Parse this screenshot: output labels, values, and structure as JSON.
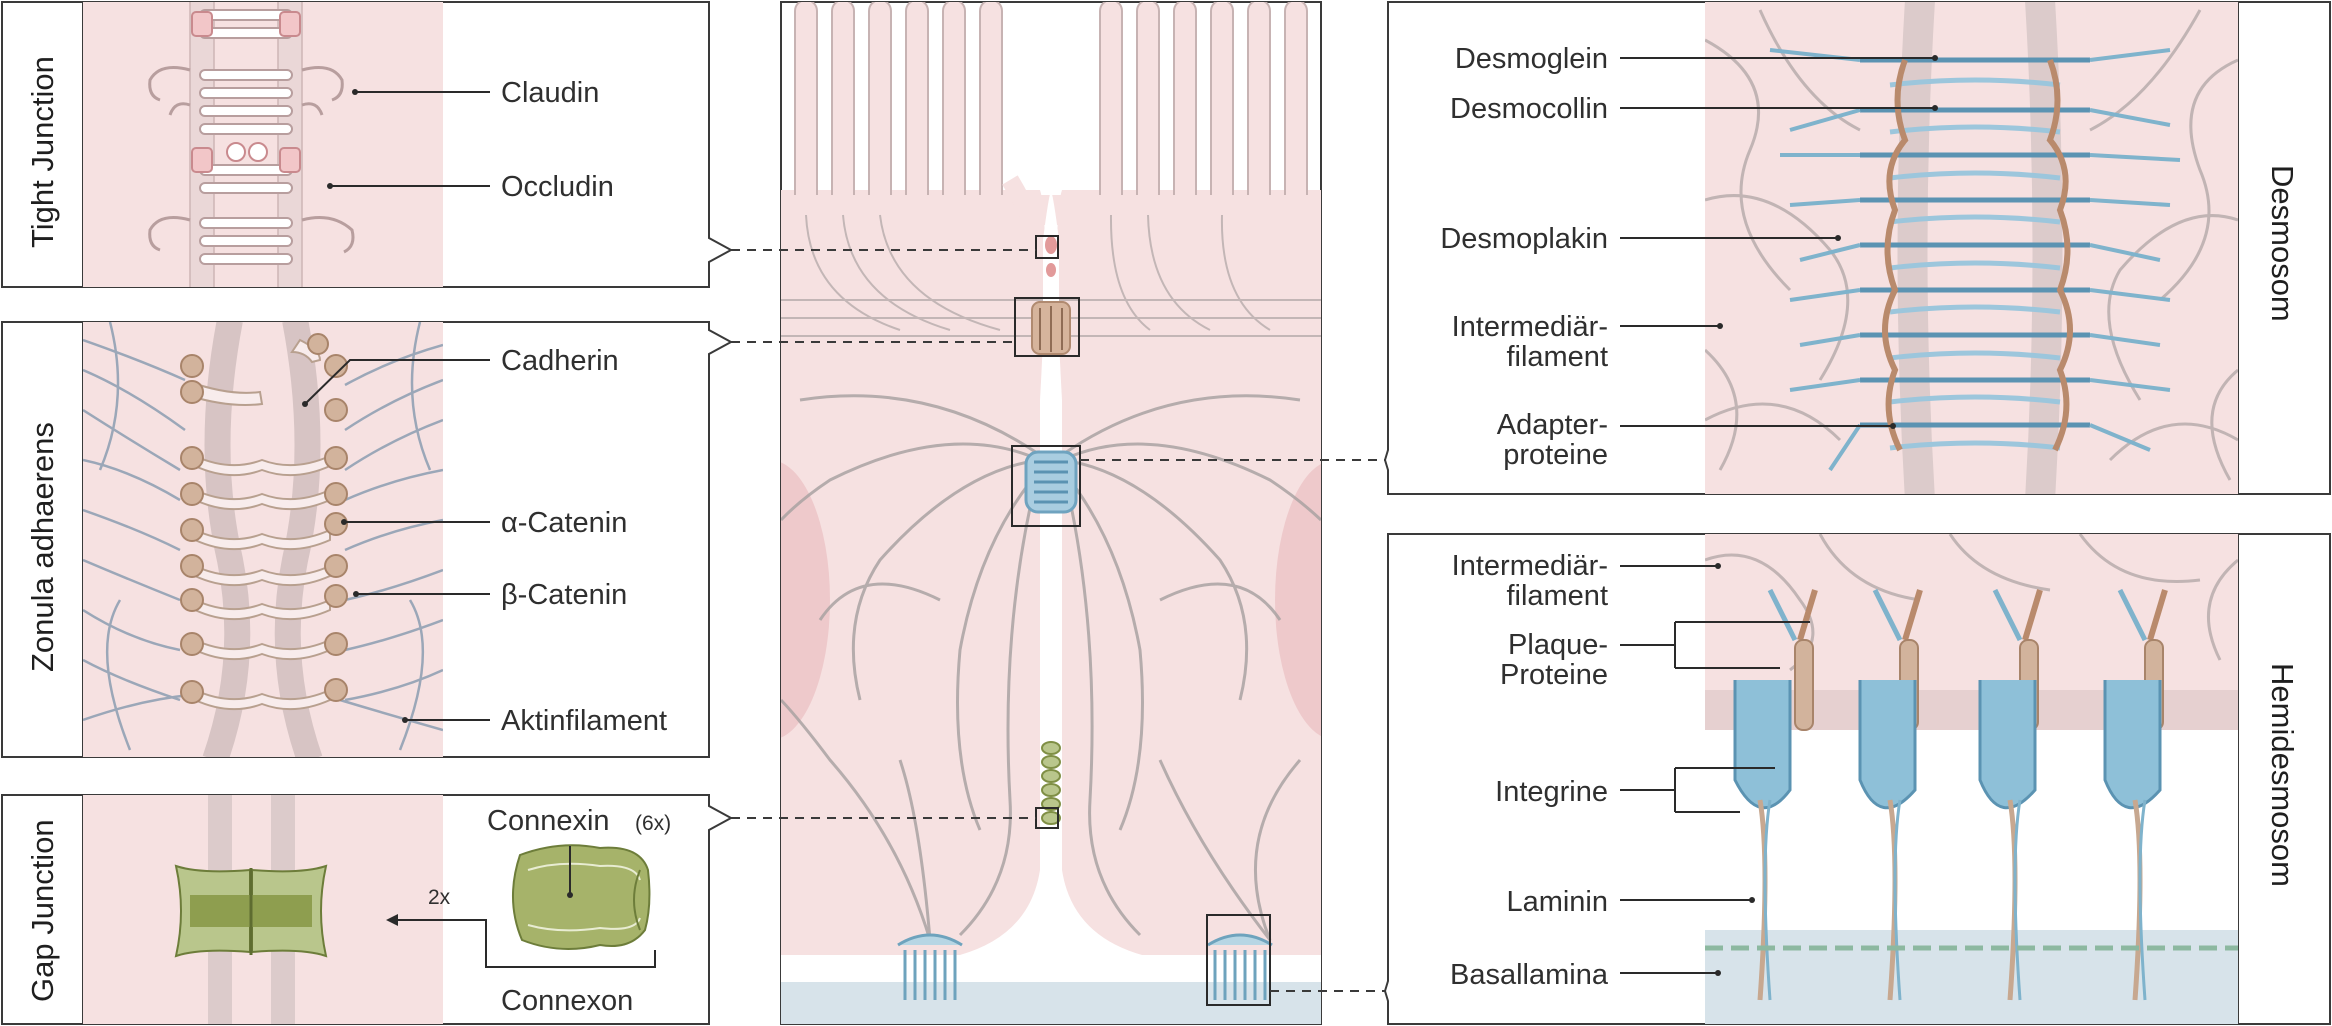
{
  "panels": {
    "tight_junction": {
      "title": "Tight Junction",
      "labels": [
        "Claudin",
        "Occludin"
      ]
    },
    "zonula_adhaerens": {
      "title": "Zonula adhaerens",
      "labels": [
        "Cadherin",
        "α-Catenin",
        "β-Catenin",
        "Aktinfilament"
      ]
    },
    "gap_junction": {
      "title": "Gap Junction",
      "connexin": "Connexin",
      "connexin_count": "(6x)",
      "multiplier": "2x",
      "connexon": "Connexon"
    },
    "desmosom": {
      "title": "Desmosom",
      "labels": [
        "Desmoglein",
        "Desmocollin",
        "Desmoplakin",
        "Intermediär-",
        "filament",
        "Adapter-",
        "proteine"
      ]
    },
    "hemidesmosom": {
      "title": "Hemidesmosom",
      "labels": [
        "Intermediär-",
        "filament",
        "Plaque-",
        "Proteine",
        "Integrine",
        "Laminin",
        "Basallamina"
      ]
    }
  },
  "colors": {
    "cytoplasm": "#f6e1e1",
    "membrane": "#dccbcb",
    "filament": "#a9a2a2",
    "aktin": "#9ba7b8",
    "cadherin": "#caa58c",
    "desmo_blue": "#7fb3cc",
    "desmo_blue_dark": "#4f8fb0",
    "adapter": "#b98a6c",
    "connexin_green": "#9aab5c",
    "connexin_dark": "#6d7d3a",
    "basal": "#d7e3ea"
  }
}
